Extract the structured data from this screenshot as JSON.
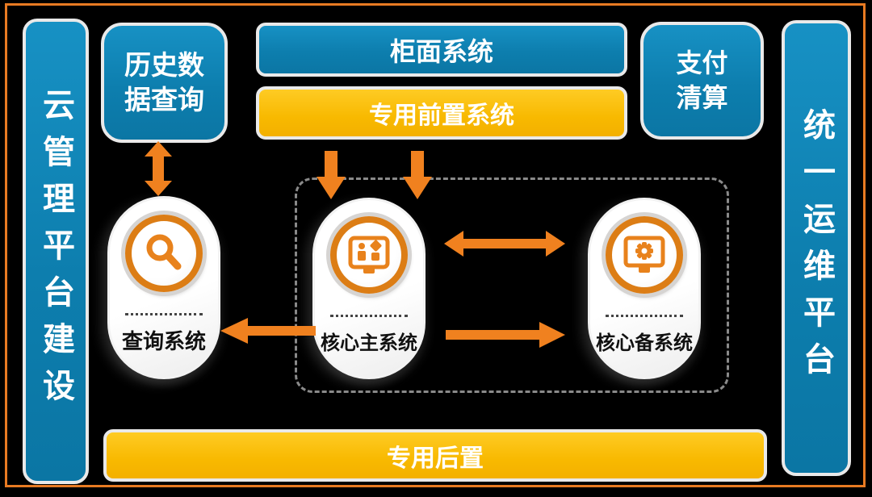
{
  "colors": {
    "background": "#000000",
    "frame_orange": "#E87A22",
    "bar_blue": "#0F82B2",
    "bar_yellow": "#F8B900",
    "arrow_orange": "#F0811F",
    "icon_ring_orange": "#DC7D15",
    "capsule_white": "#FFFFFF",
    "dotted_boundary_gray": "#8A8A8A"
  },
  "left_bar": {
    "label": "云管理平台建设"
  },
  "right_bar": {
    "label": "统一运维平台"
  },
  "top_row": {
    "history_box": {
      "label": "历史数据查询"
    },
    "counter_bar": {
      "label": "柜面系统"
    },
    "front_bar": {
      "label": "专用前置系统"
    },
    "payment_box": {
      "label": "支付清算"
    }
  },
  "systems": {
    "query": {
      "label": "查询系统",
      "icon": "magnifier-icon"
    },
    "core_main": {
      "label": "核心主系统",
      "icon": "monitor-dashboard-icon"
    },
    "core_backup": {
      "label": "核心备系统",
      "icon": "monitor-gear-icon"
    }
  },
  "bottom_bar": {
    "label": "专用后置"
  },
  "arrows": [
    {
      "from": "history_box",
      "to": "query",
      "type": "double-vertical"
    },
    {
      "from": "front_bar",
      "to": "core_main",
      "type": "down"
    },
    {
      "from": "front_bar",
      "to": "core_main",
      "type": "down"
    },
    {
      "from": "core_main",
      "to": "core_backup",
      "type": "double-horizontal"
    },
    {
      "from": "core_main",
      "to": "core_backup",
      "type": "right"
    },
    {
      "from": "core_main",
      "to": "query",
      "type": "left"
    }
  ]
}
